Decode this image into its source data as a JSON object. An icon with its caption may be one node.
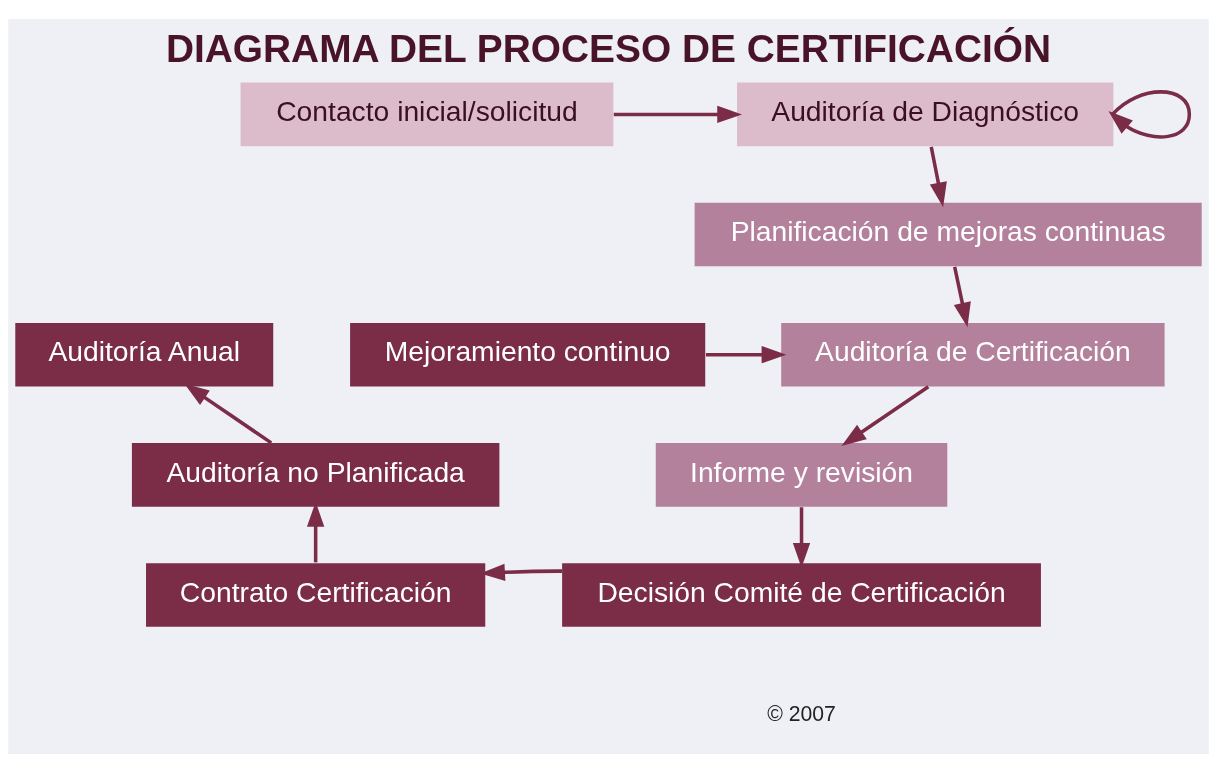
{
  "diagram": {
    "title": "DIAGRAMA DEL PROCESO DE CERTIFICACIÓN",
    "nodes": [
      {
        "text": [
          "Contacto inicial/solicitud"
        ]
      },
      {
        "text": [
          "Auditoría de Diagnóstico"
        ]
      },
      {
        "text": [
          "Planificación de mejoras continuas"
        ]
      },
      {
        "text": [
          "Auditoría de Certificación"
        ]
      },
      {
        "text": [
          "Informe y revisión"
        ]
      },
      {
        "text": [
          "Decisión Comité de Certificación"
        ]
      },
      {
        "text": [
          "Contrato Certificación"
        ]
      },
      {
        "text": [
          "Auditoría no Planificada"
        ]
      },
      {
        "text": [
          "Auditoría Anual"
        ]
      },
      {
        "text": [
          "Mejoramiento continuo"
        ]
      }
    ],
    "edges": [
      {
        "from": 0,
        "to": 1,
        "arrow": "to"
      },
      {
        "from": 1,
        "to": 1,
        "arrow": "to"
      },
      {
        "from": 1,
        "to": 2,
        "arrow": "to"
      },
      {
        "from": 2,
        "to": 3,
        "arrow": "to"
      },
      {
        "from": 3,
        "to": 4,
        "arrow": "to"
      },
      {
        "from": 4,
        "to": 5,
        "arrow": "to"
      },
      {
        "from": 5,
        "to": 6,
        "arrow": "to"
      },
      {
        "from": 6,
        "to": 7,
        "arrow": "to"
      },
      {
        "from": 7,
        "to": 8,
        "arrow": "to"
      },
      {
        "from": 9,
        "to": 3,
        "arrow": "to"
      }
    ],
    "labels": [
      "© 2007"
    ]
  }
}
